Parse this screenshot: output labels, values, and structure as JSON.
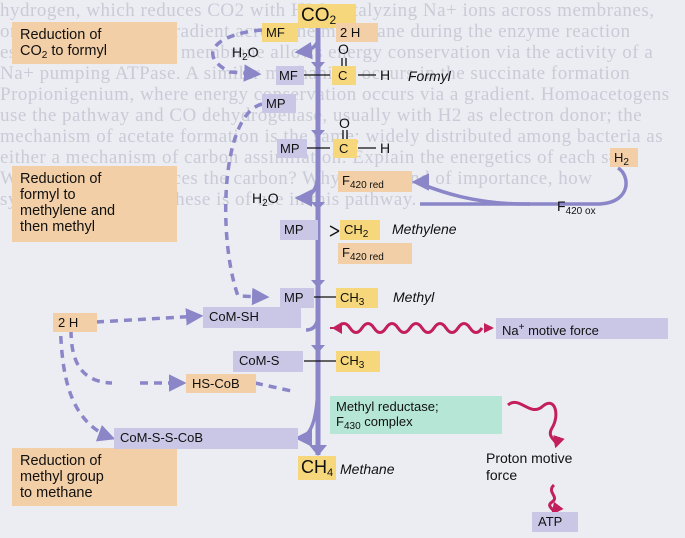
{
  "labels": {
    "step1": [
      "Reduction of",
      "CO",
      "to formyl"
    ],
    "step2": [
      "Reduction of",
      "formyl to",
      "methylene and",
      "then methyl"
    ],
    "step3": [
      "Reduction of",
      "methyl group",
      "to methane"
    ]
  },
  "molecules": {
    "co2": "CO",
    "co2_sub": "2",
    "mf": "MF",
    "two_h_top": "2 H",
    "h2o_1": "H",
    "h2o_1_sub": "2",
    "h2o_1_tail": "O",
    "mf_formyl": "MF",
    "formyl_c": "C",
    "formyl_h": "H",
    "formyl_o": "O",
    "formyl_name": "Formyl",
    "mp_1": "MP",
    "mp_2": "MP",
    "c_2": "C",
    "h_2": "H",
    "o_2": "O",
    "f420red_1": "F",
    "f420red_1_sub": "420 red",
    "h2_right": "H",
    "h2_right_sub": "2",
    "h2o_2": "H",
    "h2o_2_sub": "2",
    "h2o_2_tail": "O",
    "f420ox": "F",
    "f420ox_sub": "420 ox",
    "methylene_left": "MP",
    "methylene_right": "CH",
    "methylene_sub": "2",
    "methylene_name": "Methylene",
    "f420red_2": "F",
    "f420red_2_sub": "420 red",
    "methyl_left": "MP",
    "methyl_right": "CH",
    "methyl_sub": "3",
    "methyl_name": "Methyl",
    "two_h_left": "2 H",
    "comsh": "CoM-SH",
    "na_force": "Na",
    "na_sup": "+",
    "na_tail": " motive force",
    "coms_left": "CoM-S",
    "coms_right": "CH",
    "coms_sub": "3",
    "hscob": "HS-CoB",
    "reductase_1": "Methyl reductase;",
    "reductase_2": "F",
    "reductase_2_sub": "430",
    "reductase_2_tail": " complex",
    "comsscob": "CoM-S-S-CoB",
    "ch4": "CH",
    "ch4_sub": "4",
    "methane_name": "Methane",
    "pmf_1": "Proton motive",
    "pmf_2": "force",
    "atp": "ATP"
  },
  "background_text": "hydrogen, which reduces CO2 with H2O catalyzing Na+ ions across membranes, one that uses a Na+ gradient across the membrane during the enzyme reaction established across the membrane allows energy conservation via the activity of a Na+ pumping ATPase. A similar mechanism occurs in the succinate formation Propionigenium, where energy conservation occurs via a gradient. Homoacetogens use the pathway and CO dehydrogenase, usually with H2 as electron donor; the mechanism of acetate formation is the same; widely distributed among bacteria as either a mechanism of carbon assimilation. Explain the energetics of each step. Which enzyme produces the carbon? Why compound of importance, how synthesized; each of these is of use in this pathway."
}
